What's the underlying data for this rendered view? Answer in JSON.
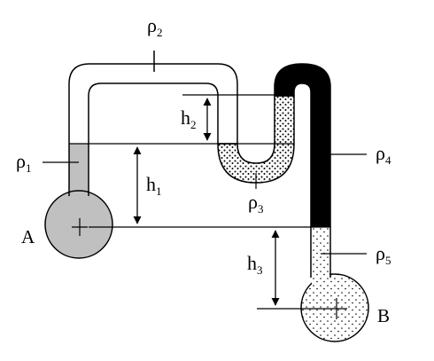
{
  "labels": {
    "rho1": {
      "sym": "ρ",
      "sub": "1"
    },
    "rho2": {
      "sym": "ρ",
      "sub": "2"
    },
    "rho3": {
      "sym": "ρ",
      "sub": "3"
    },
    "rho4": {
      "sym": "ρ",
      "sub": "4"
    },
    "rho5": {
      "sym": "ρ",
      "sub": "5"
    },
    "h1": {
      "sym": "h",
      "sub": "1"
    },
    "h2": {
      "sym": "h",
      "sub": "2"
    },
    "h3": {
      "sym": "h",
      "sub": "3"
    },
    "pointA": "A",
    "pointB": "B"
  },
  "colors": {
    "fluid1": "#c0c0c0",
    "fluid2": "#ffffff",
    "fluid3": "stipple-dense",
    "fluid4": "#000000",
    "fluid5": "stipple-light",
    "stroke": "#000000"
  }
}
